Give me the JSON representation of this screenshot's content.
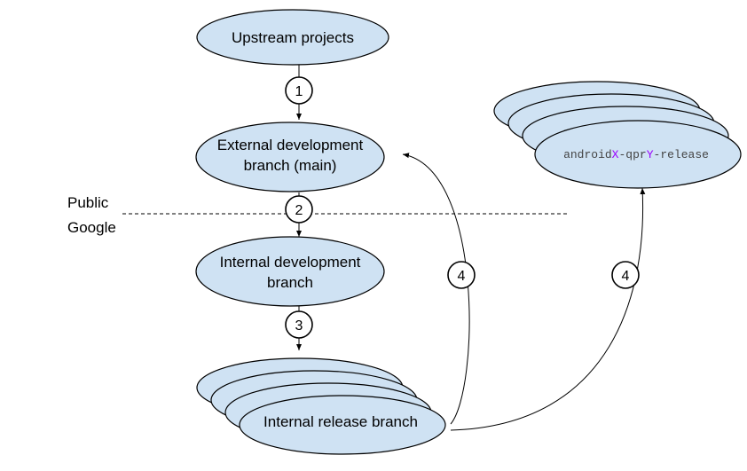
{
  "nodes": {
    "upstream": "Upstream projects",
    "external_line1": "External development",
    "external_line2": "branch (main)",
    "internal_line1": "Internal development",
    "internal_line2": "branch",
    "internal_release": "Internal release branch",
    "aosp_release": {
      "prefix": "android",
      "x_var": "X",
      "middle": "-qpr",
      "y_var": "Y",
      "suffix": "-release"
    }
  },
  "zones": {
    "public": "Public",
    "google": "Google"
  },
  "steps": {
    "s1": "1",
    "s2": "2",
    "s3": "3",
    "s4a": "4",
    "s4b": "4"
  },
  "colors": {
    "node_fill": "#cfe2f3",
    "variable_purple": "#9900ff"
  }
}
